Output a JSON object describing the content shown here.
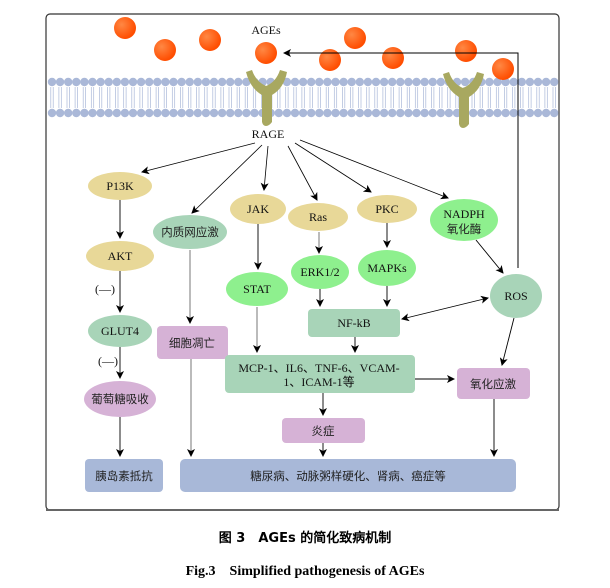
{
  "colors": {
    "tan": "#e8d898",
    "green_light": "#8ef08e",
    "green_muted": "#a8d4b8",
    "purple": "#d6b2d6",
    "blue": "#a8b8d8",
    "age_orange": "#ff5500",
    "membrane": "#aab8d8",
    "receptor": "#a8a860"
  },
  "labels": {
    "ages": "AGEs",
    "rage": "RAGE",
    "p13k": "P13K",
    "akt": "AKT",
    "glut4": "GLUT4",
    "minus1": "(—)",
    "minus2": "(—)",
    "glucose_uptake": "葡萄糖吸收",
    "insulin_resistance": "胰岛素抵抗",
    "er_stress": "内质网应激",
    "apoptosis": "细胞凋亡",
    "jak": "JAK",
    "stat": "STAT",
    "ras": "Ras",
    "erk": "ERK1/2",
    "pkc": "PKC",
    "mapks": "MAPKs",
    "nadph_1": "NADPH",
    "nadph_2": "氧化酶",
    "ros": "ROS",
    "nfkb": "NF-kB",
    "cytokines_1": "MCP-1、IL6、TNF-6、VCAM-",
    "cytokines_2": "1、ICAM-1等",
    "oxidative_stress": "氧化应激",
    "inflammation": "炎症",
    "diseases": "糖尿病、动脉粥样硬化、肾病、癌症等"
  },
  "caption": {
    "cn": "图 3　AGEs 的简化致病机制",
    "en": "Fig.3　Simplified pathogenesis of AGEs"
  }
}
